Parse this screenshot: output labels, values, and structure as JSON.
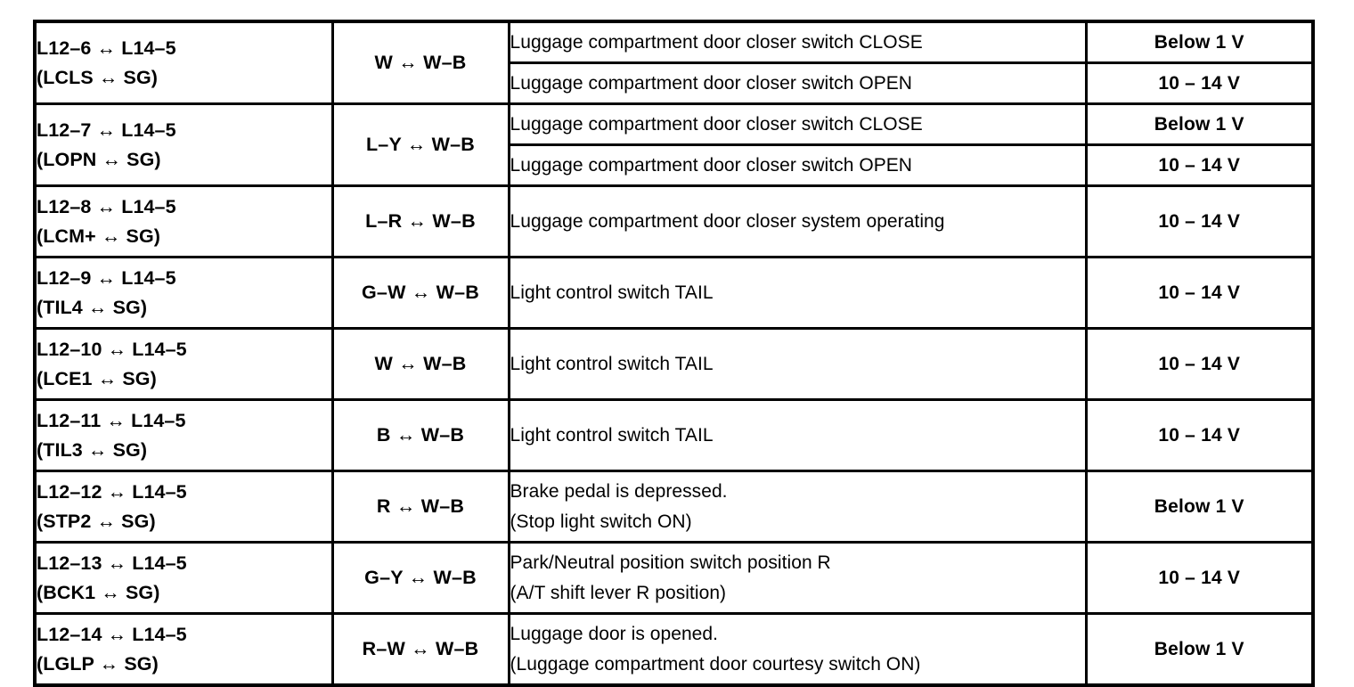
{
  "table": {
    "columns": [
      {
        "key": "terminals",
        "name": "terminal-pair-column"
      },
      {
        "key": "wire_colors",
        "name": "wire-color-column"
      },
      {
        "key": "condition",
        "name": "condition-column"
      },
      {
        "key": "specified",
        "name": "specified-value-column"
      }
    ],
    "rows": [
      {
        "terminal_main": "L12–6 ↔ L14–5",
        "terminal_alias": "(LCLS ↔ SG)",
        "wire": "W ↔ W–B",
        "sub": [
          {
            "condition": "Luggage compartment door closer switch CLOSE",
            "specified": "Below 1 V"
          },
          {
            "condition": "Luggage compartment door closer switch OPEN",
            "specified": "10 – 14 V"
          }
        ]
      },
      {
        "terminal_main": "L12–7 ↔ L14–5",
        "terminal_alias": "(LOPN ↔ SG)",
        "wire": "L–Y ↔ W–B",
        "sub": [
          {
            "condition": "Luggage compartment door closer switch CLOSE",
            "specified": "Below 1 V"
          },
          {
            "condition": "Luggage compartment door closer switch OPEN",
            "specified": "10 – 14 V"
          }
        ]
      },
      {
        "terminal_main": "L12–8 ↔ L14–5",
        "terminal_alias": "(LCM+ ↔ SG)",
        "wire": "L–R ↔ W–B",
        "sub": [
          {
            "condition": "Luggage compartment door closer system operating",
            "specified": "10 – 14 V"
          }
        ]
      },
      {
        "terminal_main": "L12–9 ↔ L14–5",
        "terminal_alias": "(TIL4 ↔ SG)",
        "wire": "G–W ↔ W–B",
        "sub": [
          {
            "condition": "Light control switch TAIL",
            "specified": "10 – 14 V"
          }
        ]
      },
      {
        "terminal_main": "L12–10 ↔ L14–5",
        "terminal_alias": "(LCE1 ↔ SG)",
        "wire": "W ↔ W–B",
        "sub": [
          {
            "condition": "Light control switch TAIL",
            "specified": "10 – 14 V"
          }
        ]
      },
      {
        "terminal_main": "L12–11 ↔ L14–5",
        "terminal_alias": "(TIL3 ↔ SG)",
        "wire": "B ↔ W–B",
        "sub": [
          {
            "condition": "Light control switch TAIL",
            "specified": "10 – 14 V"
          }
        ]
      },
      {
        "terminal_main": "L12–12 ↔ L14–5",
        "terminal_alias": "(STP2 ↔ SG)",
        "wire": "R ↔ W–B",
        "sub": [
          {
            "condition": "Brake pedal is depressed.",
            "condition_line2": "(Stop light switch ON)",
            "specified": "Below 1 V"
          }
        ]
      },
      {
        "terminal_main": "L12–13 ↔ L14–5",
        "terminal_alias": "(BCK1 ↔ SG)",
        "wire": "G–Y ↔ W–B",
        "sub": [
          {
            "condition": "Park/Neutral position switch position R",
            "condition_line2": "(A/T shift lever R position)",
            "specified": "10 – 14 V"
          }
        ]
      },
      {
        "terminal_main": "L12–14 ↔ L14–5",
        "terminal_alias": "(LGLP ↔ SG)",
        "wire": "R–W ↔ W–B",
        "sub": [
          {
            "condition": "Luggage door is opened.",
            "condition_line2": "(Luggage compartment door courtesy switch ON)",
            "specified": "Below 1 V"
          }
        ]
      }
    ]
  },
  "colors": {
    "border": "#000000",
    "text": "#000000",
    "background": "#ffffff"
  }
}
